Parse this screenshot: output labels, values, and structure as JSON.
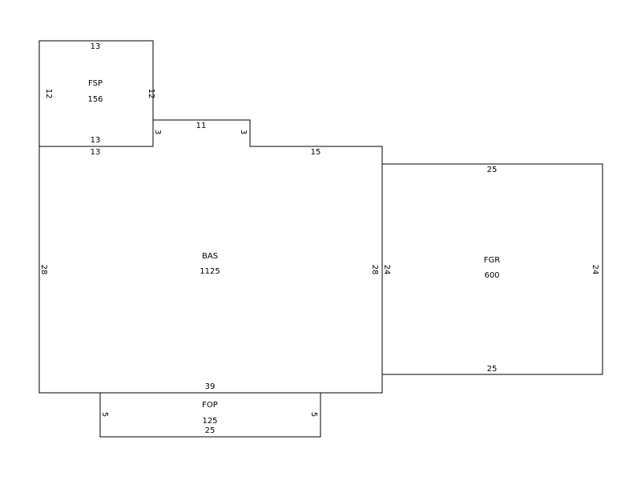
{
  "areas": {
    "fsp": {
      "code": "FSP",
      "sqft": "156",
      "top": "13",
      "bottom": "13",
      "left": "12",
      "right": "12"
    },
    "bas": {
      "code": "BAS",
      "sqft": "1125",
      "top_left": "13",
      "notch_left": "3",
      "notch_top": "11",
      "notch_right": "3",
      "top_right": "15",
      "left": "28",
      "right": "28",
      "bottom": "39"
    },
    "fgr": {
      "code": "FGR",
      "sqft": "600",
      "top": "25",
      "bottom": "25",
      "left": "24",
      "right": "24"
    },
    "fop": {
      "code": "FOP",
      "sqft": "125",
      "bottom": "25",
      "left": "5",
      "right": "5"
    }
  }
}
